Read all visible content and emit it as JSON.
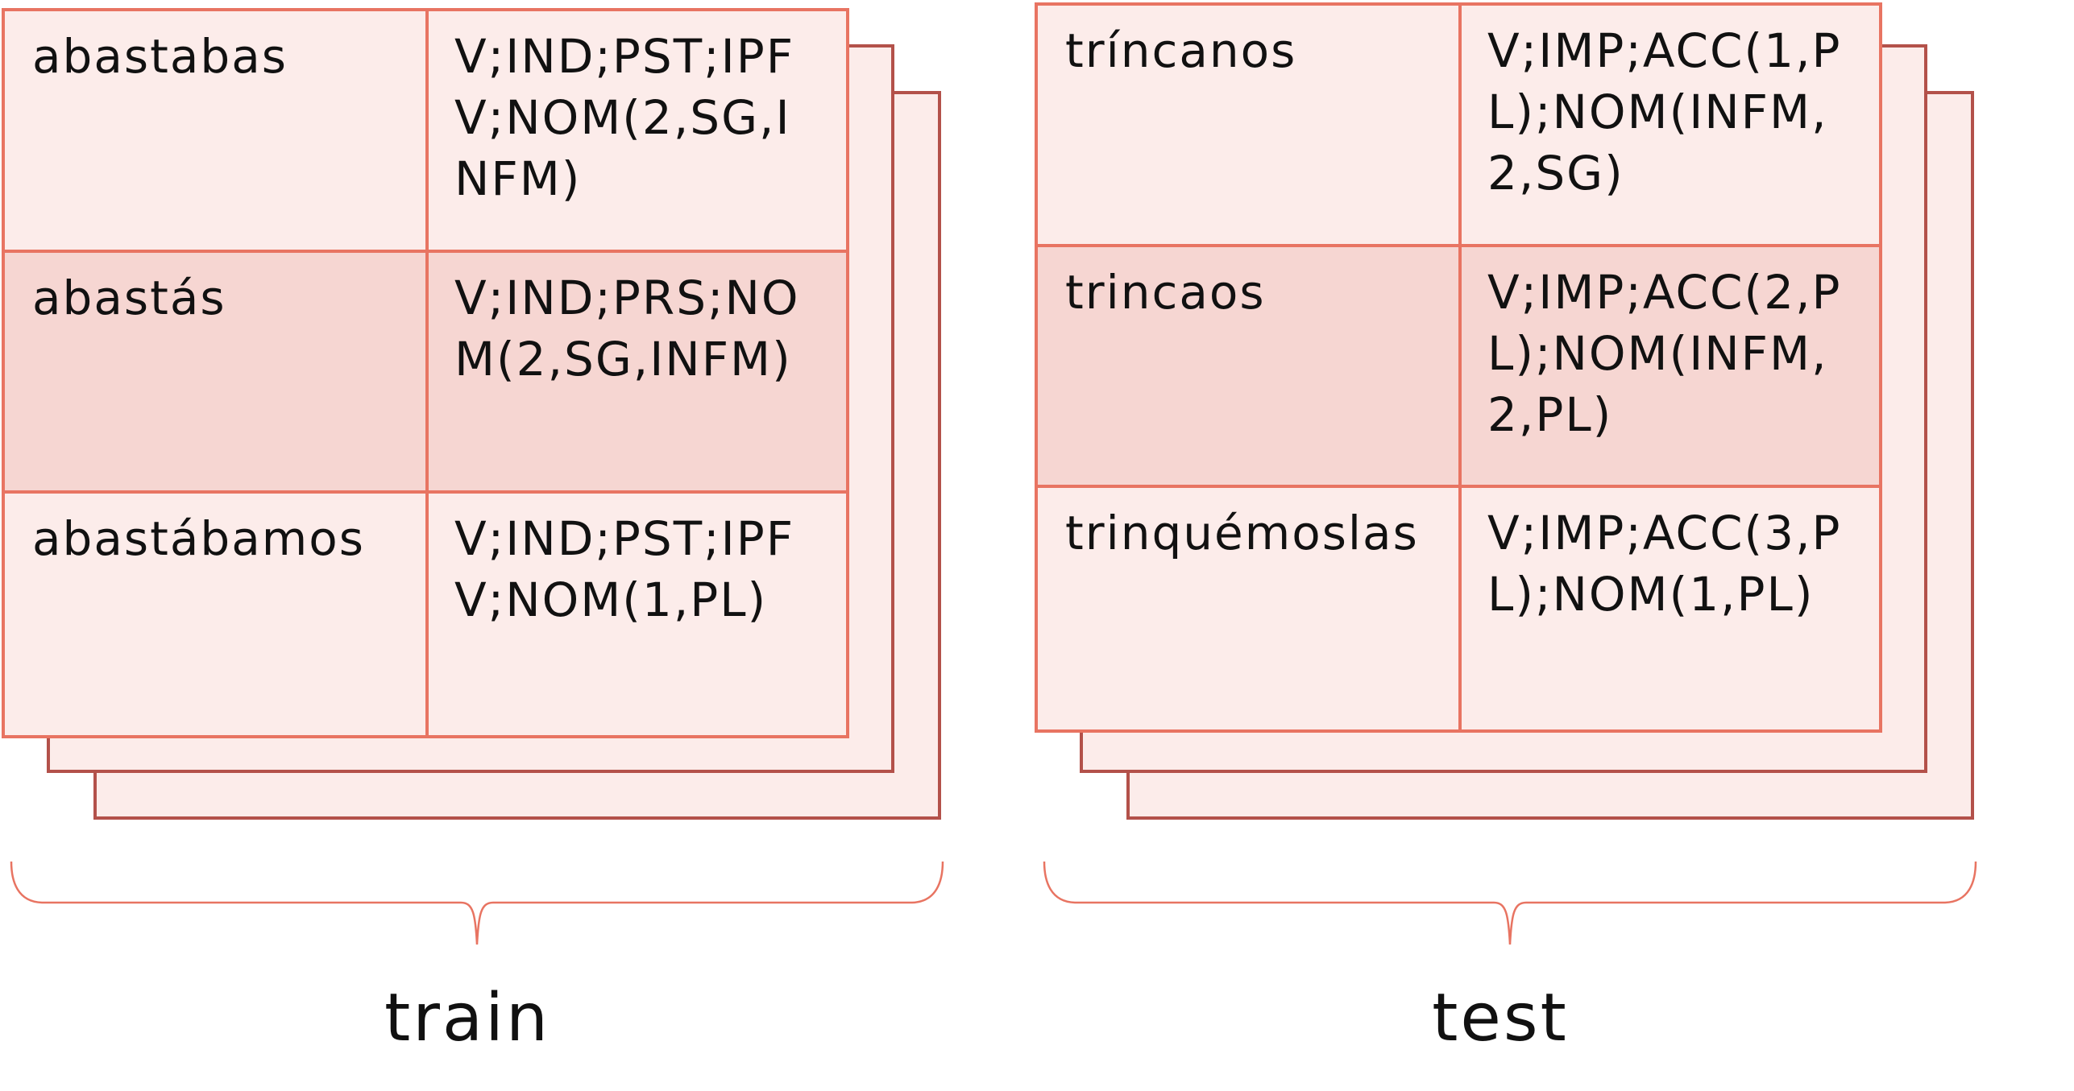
{
  "train": {
    "label": "train",
    "rows": [
      {
        "word": "abastabas",
        "tag": "V;IND;PST;IPFV;NOM(2,SG,INFM)"
      },
      {
        "word": "abastás",
        "tag": "V;IND;PRS;NOM(2,SG,INFM)"
      },
      {
        "word": "abastábamos",
        "tag": "V;IND;PST;IPFV;NOM(1,PL)"
      }
    ]
  },
  "test": {
    "label": "test",
    "rows": [
      {
        "word": "tríncanos",
        "tag": "V;IMP;ACC(1,PL);NOM(INFM,2,SG)"
      },
      {
        "word": "trincaos",
        "tag": "V;IMP;ACC(2,PL);NOM(INFM,2,PL)"
      },
      {
        "word": "trinquémoslas",
        "tag": "V;IMP;ACC(3,PL);NOM(1,PL)"
      }
    ]
  },
  "colors": {
    "sheet_fill": "#fcecea",
    "sheet_border": "#b3514a",
    "table_border": "#e87462",
    "highlight_row": "#f6d6d2",
    "brace": "#e87462"
  }
}
